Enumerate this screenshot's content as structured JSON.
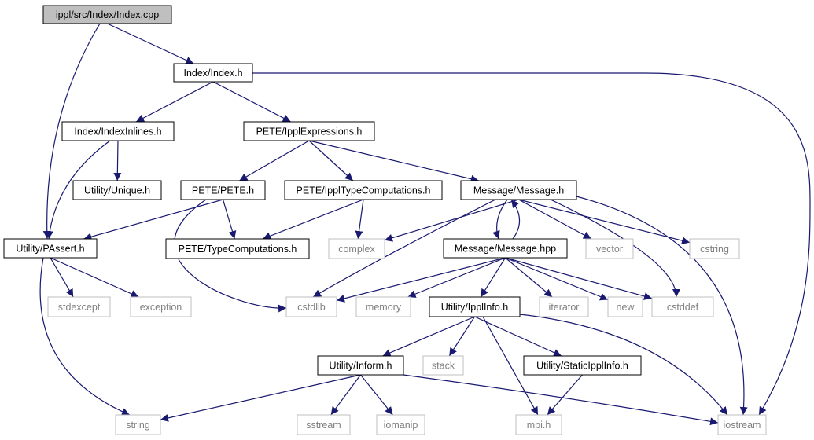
{
  "colors": {
    "edge": "#191970",
    "node_border": "#000000",
    "system_node_border": "#bfbfbf",
    "system_node_text": "#808080",
    "root_fill": "#bfbfbf"
  },
  "nodes": [
    {
      "id": "index_cpp",
      "label": "ippl/src/Index/Index.cpp",
      "kind": "root"
    },
    {
      "id": "index_h",
      "label": "Index/Index.h",
      "kind": "local"
    },
    {
      "id": "indexinlines_h",
      "label": "Index/IndexInlines.h",
      "kind": "local"
    },
    {
      "id": "ipplexpressions_h",
      "label": "PETE/IpplExpressions.h",
      "kind": "local"
    },
    {
      "id": "unique_h",
      "label": "Utility/Unique.h",
      "kind": "local"
    },
    {
      "id": "pete_h",
      "label": "PETE/PETE.h",
      "kind": "local"
    },
    {
      "id": "ippltypecomp_h",
      "label": "PETE/IpplTypeComputations.h",
      "kind": "local"
    },
    {
      "id": "message_h",
      "label": "Message/Message.h",
      "kind": "local"
    },
    {
      "id": "passert_h",
      "label": "Utility/PAssert.h",
      "kind": "local"
    },
    {
      "id": "typecomp_h",
      "label": "PETE/TypeComputations.h",
      "kind": "local"
    },
    {
      "id": "complex",
      "label": "complex",
      "kind": "system"
    },
    {
      "id": "message_hpp",
      "label": "Message/Message.hpp",
      "kind": "local"
    },
    {
      "id": "vector",
      "label": "vector",
      "kind": "system"
    },
    {
      "id": "cstring",
      "label": "cstring",
      "kind": "system"
    },
    {
      "id": "stdexcept",
      "label": "stdexcept",
      "kind": "system"
    },
    {
      "id": "exception",
      "label": "exception",
      "kind": "system"
    },
    {
      "id": "cstdlib",
      "label": "cstdlib",
      "kind": "system"
    },
    {
      "id": "memory",
      "label": "memory",
      "kind": "system"
    },
    {
      "id": "ipplinfo_h",
      "label": "Utility/IpplInfo.h",
      "kind": "local"
    },
    {
      "id": "iterator",
      "label": "iterator",
      "kind": "system"
    },
    {
      "id": "new",
      "label": "new",
      "kind": "system"
    },
    {
      "id": "cstddef",
      "label": "cstddef",
      "kind": "system"
    },
    {
      "id": "inform_h",
      "label": "Utility/Inform.h",
      "kind": "local"
    },
    {
      "id": "stack",
      "label": "stack",
      "kind": "system"
    },
    {
      "id": "staticipplinfo_h",
      "label": "Utility/StaticIpplInfo.h",
      "kind": "local"
    },
    {
      "id": "string",
      "label": "string",
      "kind": "system"
    },
    {
      "id": "sstream",
      "label": "sstream",
      "kind": "system"
    },
    {
      "id": "iomanip",
      "label": "iomanip",
      "kind": "system"
    },
    {
      "id": "mpi_h",
      "label": "mpi.h",
      "kind": "system"
    },
    {
      "id": "iostream",
      "label": "iostream",
      "kind": "system"
    }
  ],
  "edges": [
    {
      "from": "index_cpp",
      "to": "index_h"
    },
    {
      "from": "index_cpp",
      "to": "passert_h"
    },
    {
      "from": "index_h",
      "to": "indexinlines_h"
    },
    {
      "from": "index_h",
      "to": "ipplexpressions_h"
    },
    {
      "from": "index_h",
      "to": "iostream"
    },
    {
      "from": "indexinlines_h",
      "to": "unique_h"
    },
    {
      "from": "indexinlines_h",
      "to": "passert_h"
    },
    {
      "from": "ipplexpressions_h",
      "to": "pete_h"
    },
    {
      "from": "ipplexpressions_h",
      "to": "ippltypecomp_h"
    },
    {
      "from": "ipplexpressions_h",
      "to": "message_h"
    },
    {
      "from": "pete_h",
      "to": "passert_h"
    },
    {
      "from": "pete_h",
      "to": "typecomp_h"
    },
    {
      "from": "pete_h",
      "to": "cstdlib"
    },
    {
      "from": "ippltypecomp_h",
      "to": "typecomp_h"
    },
    {
      "from": "ippltypecomp_h",
      "to": "complex"
    },
    {
      "from": "message_h",
      "to": "complex"
    },
    {
      "from": "message_h",
      "to": "message_hpp"
    },
    {
      "from": "message_h",
      "to": "vector"
    },
    {
      "from": "message_h",
      "to": "cstring"
    },
    {
      "from": "message_h",
      "to": "cstdlib"
    },
    {
      "from": "message_h",
      "to": "cstddef"
    },
    {
      "from": "message_h",
      "to": "iostream"
    },
    {
      "from": "message_hpp",
      "to": "message_h"
    },
    {
      "from": "message_hpp",
      "to": "cstdlib"
    },
    {
      "from": "message_hpp",
      "to": "memory"
    },
    {
      "from": "message_hpp",
      "to": "ipplinfo_h"
    },
    {
      "from": "message_hpp",
      "to": "iterator"
    },
    {
      "from": "message_hpp",
      "to": "new"
    },
    {
      "from": "message_hpp",
      "to": "cstddef"
    },
    {
      "from": "passert_h",
      "to": "stdexcept"
    },
    {
      "from": "passert_h",
      "to": "exception"
    },
    {
      "from": "passert_h",
      "to": "string"
    },
    {
      "from": "ipplinfo_h",
      "to": "inform_h"
    },
    {
      "from": "ipplinfo_h",
      "to": "stack"
    },
    {
      "from": "ipplinfo_h",
      "to": "staticipplinfo_h"
    },
    {
      "from": "ipplinfo_h",
      "to": "mpi_h"
    },
    {
      "from": "ipplinfo_h",
      "to": "iostream"
    },
    {
      "from": "inform_h",
      "to": "string"
    },
    {
      "from": "inform_h",
      "to": "sstream"
    },
    {
      "from": "inform_h",
      "to": "iomanip"
    },
    {
      "from": "inform_h",
      "to": "iostream"
    },
    {
      "from": "staticipplinfo_h",
      "to": "mpi_h"
    }
  ]
}
